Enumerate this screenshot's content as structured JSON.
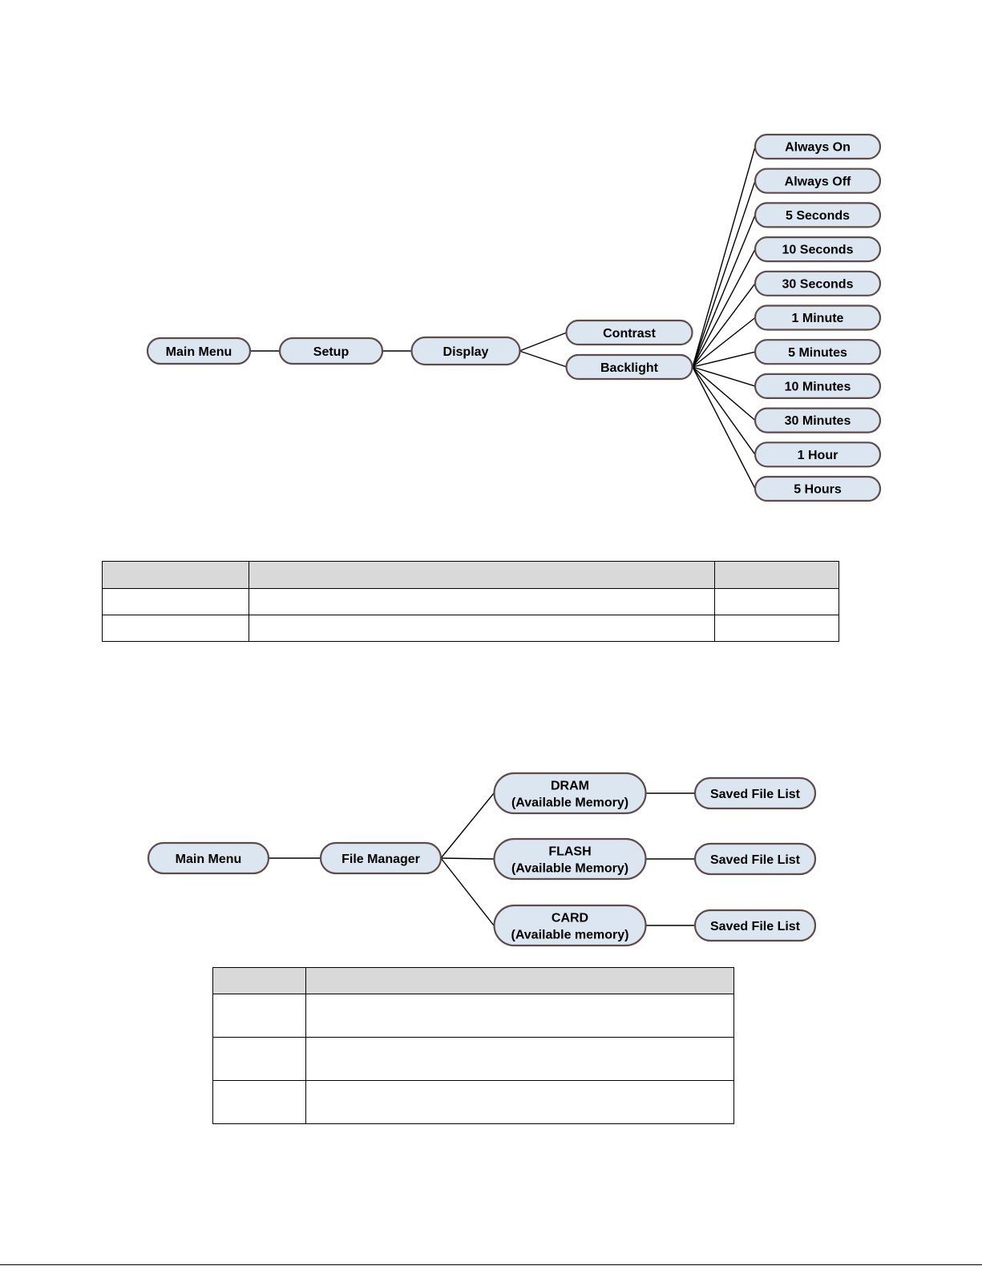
{
  "display_tree": {
    "nodes": {
      "main_menu": "Main Menu",
      "setup": "Setup",
      "display": "Display",
      "contrast": "Contrast",
      "backlight": "Backlight"
    },
    "backlight_options": [
      "Always On",
      "Always Off",
      "5 Seconds",
      "10 Seconds",
      "30 Seconds",
      "1 Minute",
      "5 Minutes",
      "10 Minutes",
      "30 Minutes",
      "1 Hour",
      "5 Hours"
    ]
  },
  "file_manager_tree": {
    "nodes": {
      "main_menu": "Main Menu",
      "file_manager": "File Manager"
    },
    "memories": [
      {
        "line1": "DRAM",
        "line2": "(Available Memory)",
        "child": "Saved File List"
      },
      {
        "line1": "FLASH",
        "line2": "(Available Memory)",
        "child": "Saved File List"
      },
      {
        "line1": "CARD",
        "line2": "(Available memory)",
        "child": "Saved File List"
      }
    ]
  }
}
